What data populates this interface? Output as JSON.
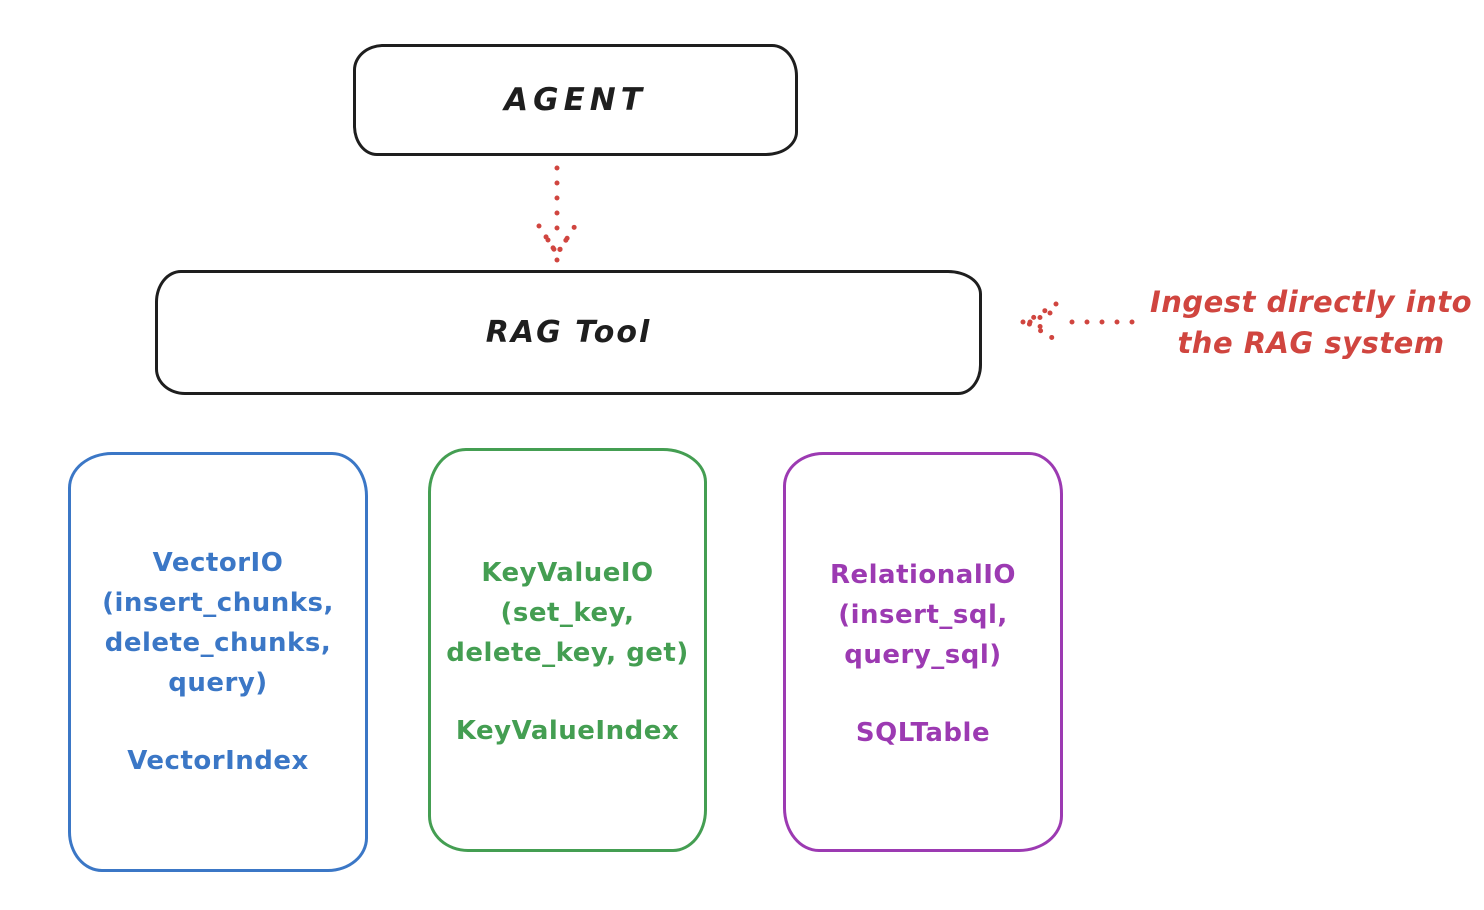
{
  "diagram": {
    "agent": {
      "label": "AGENT"
    },
    "rag_tool": {
      "label": "RAG Tool"
    },
    "annotation": {
      "line1": "Ingest directly into",
      "line2": "the RAG system"
    },
    "backends": [
      {
        "name": "VectorIO",
        "color": "#3b77c6",
        "lines": [
          "VectorIO",
          "(insert_chunks,",
          "delete_chunks,",
          "query)"
        ],
        "index_label": "VectorIndex"
      },
      {
        "name": "KeyValueIO",
        "color": "#449e52",
        "lines": [
          "KeyValueIO",
          "(set_key,",
          "delete_key, get)"
        ],
        "index_label": "KeyValueIndex"
      },
      {
        "name": "RelationalIO",
        "color": "#9c3ab2",
        "lines": [
          "RelationalIO",
          "(insert_sql,",
          "query_sql)"
        ],
        "index_label": "SQLTable"
      }
    ],
    "colors": {
      "ink": "#1e1e1e",
      "annotation_red": "#d0453f",
      "vector_blue": "#3b77c6",
      "keyvalue_green": "#449e52",
      "relational_purple": "#9c3ab2",
      "background": "#ffffff"
    }
  }
}
